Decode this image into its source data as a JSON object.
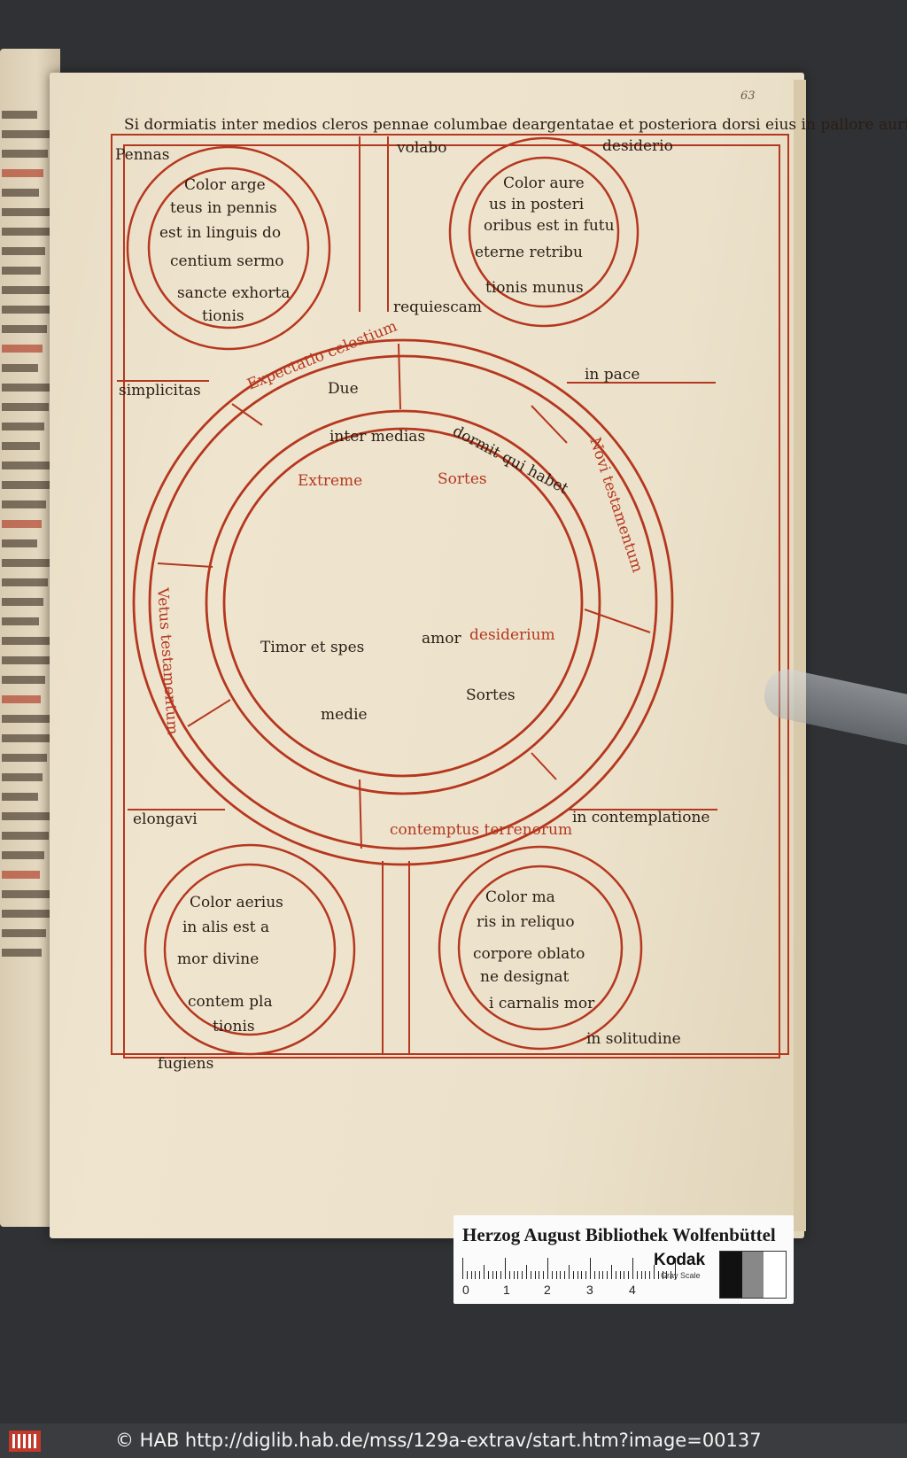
{
  "folio": "63",
  "diagram": {
    "outer_ring_text": "Si dormiatis inter medios cleros pennae columbae deargentatae et posteriora dorsi eius in pallore auri",
    "top_left_circle": [
      "Color arge",
      "teus in pennis",
      "est in linguis do",
      "centium sermo",
      "sancte exhorta",
      "tionis"
    ],
    "top_right_circle": [
      "Color aure",
      "us in posteri",
      "oribus est in futu",
      "eterne retribu",
      "tionis munus"
    ],
    "bottom_left_circle": [
      "Color aerius",
      "in alis est a",
      "mor divine",
      "contem pla",
      "tionis"
    ],
    "bottom_right_circle": [
      "Color ma",
      "ris in reliquo",
      "corpore oblato",
      "ne designat",
      "i carnalis mor"
    ],
    "center_labels": [
      "Extreme",
      "Sortes",
      "Timor et spes",
      "amor",
      "desiderium",
      "Due",
      "Sortes",
      "medie"
    ],
    "side_labels": [
      "Pennas",
      "volabo",
      "desiderio",
      "simplicitas",
      "in pace",
      "elongavi",
      "in contemplatione",
      "fugiens",
      "in solitudine",
      "requiescam"
    ],
    "ring_phrases": [
      "inter medias",
      "dormit qui habet",
      "Novi testamentum",
      "Vetus testamentum",
      "Expectatio celestium",
      "contemptus terrenorum"
    ]
  },
  "card": {
    "title": "Herzog August Bibliothek Wolfenbüttel",
    "brand": "Kodak",
    "brand_sub": "Gray Scale",
    "ruler_numbers": [
      "0",
      "1",
      "2",
      "3",
      "4"
    ]
  },
  "footer": {
    "text": "© HAB http://diglib.hab.de/mss/129a-extrav/start.htm?image=00137"
  },
  "colors": {
    "red_ink": "#b5371f",
    "brown_ink": "#2b1d14",
    "parchment": "#ece2cb"
  }
}
